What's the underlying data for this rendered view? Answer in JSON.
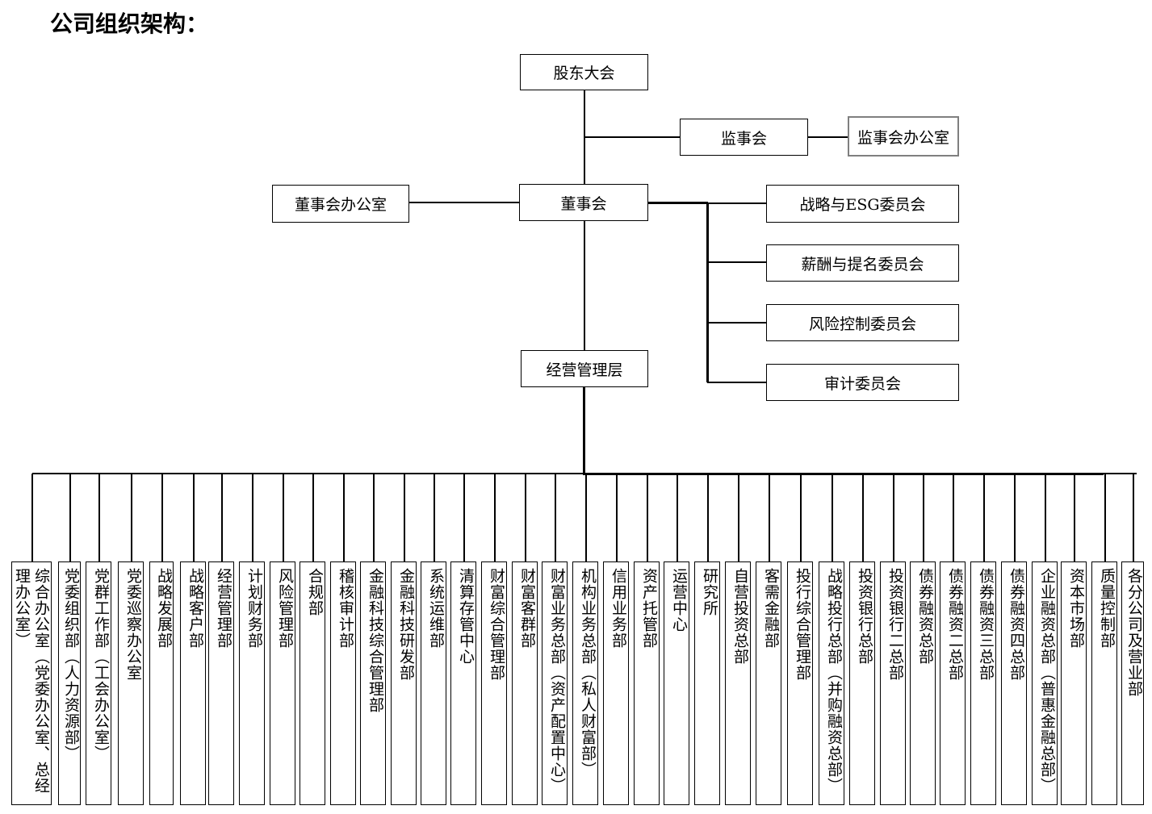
{
  "title": "公司组织架构：",
  "nodes": {
    "shareholders": "股东大会",
    "supervisory_board": "监事会",
    "supervisory_office": "监事会办公室",
    "board": "董事会",
    "board_office": "董事会办公室",
    "management": "经营管理层"
  },
  "committees": [
    "战略与ESG委员会",
    "薪酬与提名委员会",
    "风险控制委员会",
    "审计委员会"
  ],
  "departments": [
    "综合办公室（党委办公室、总经理办公室）",
    "党委组织部（人力资源部）",
    "党群工作部（工会办公室）",
    "党委巡察办公室",
    "战略发展部",
    "战略客户部",
    "经营管理部",
    "计划财务部",
    "风险管理部",
    "合规部",
    "稽核审计部",
    "金融科技综合管理部",
    "金融科技研发部",
    "系统运维部",
    "清算存管中心",
    "财富综合管理部",
    "财富客群部",
    "财富业务总部（资产配置中心）",
    "机构业务总部（私人财富部）",
    "信用业务部",
    "资产托管部",
    "运营中心",
    "研究所",
    "自营投资总部",
    "客需金融部",
    "投行综合管理部",
    "战略投行总部（并购融资总部）",
    "投资银行总部",
    "投资银行二总部",
    "债券融资总部",
    "债券融资二总部",
    "债券融资三总部",
    "债券融资四总部",
    "企业融资总部（普惠金融总部）",
    "资本市场部",
    "质量控制部",
    "各分公司及营业部"
  ]
}
